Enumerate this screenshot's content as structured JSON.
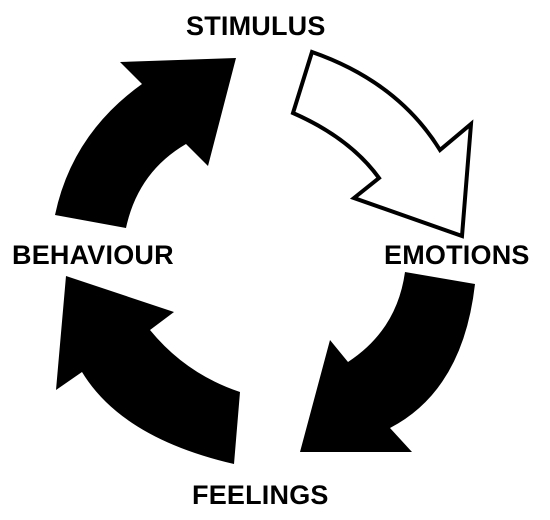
{
  "diagram": {
    "stages": [
      {
        "key": "stimulus",
        "label": "STIMULUS"
      },
      {
        "key": "emotions",
        "label": "EMOTIONS"
      },
      {
        "key": "feelings",
        "label": "FEELINGS"
      },
      {
        "key": "behaviour",
        "label": "BEHAVIOUR"
      }
    ],
    "arrows": [
      {
        "from": "stimulus",
        "to": "emotions",
        "style": "outline"
      },
      {
        "from": "emotions",
        "to": "feelings",
        "style": "filled"
      },
      {
        "from": "feelings",
        "to": "behaviour",
        "style": "filled"
      },
      {
        "from": "behaviour",
        "to": "stimulus",
        "style": "filled"
      }
    ],
    "colors": {
      "ink": "#000000",
      "paper": "#ffffff"
    }
  }
}
